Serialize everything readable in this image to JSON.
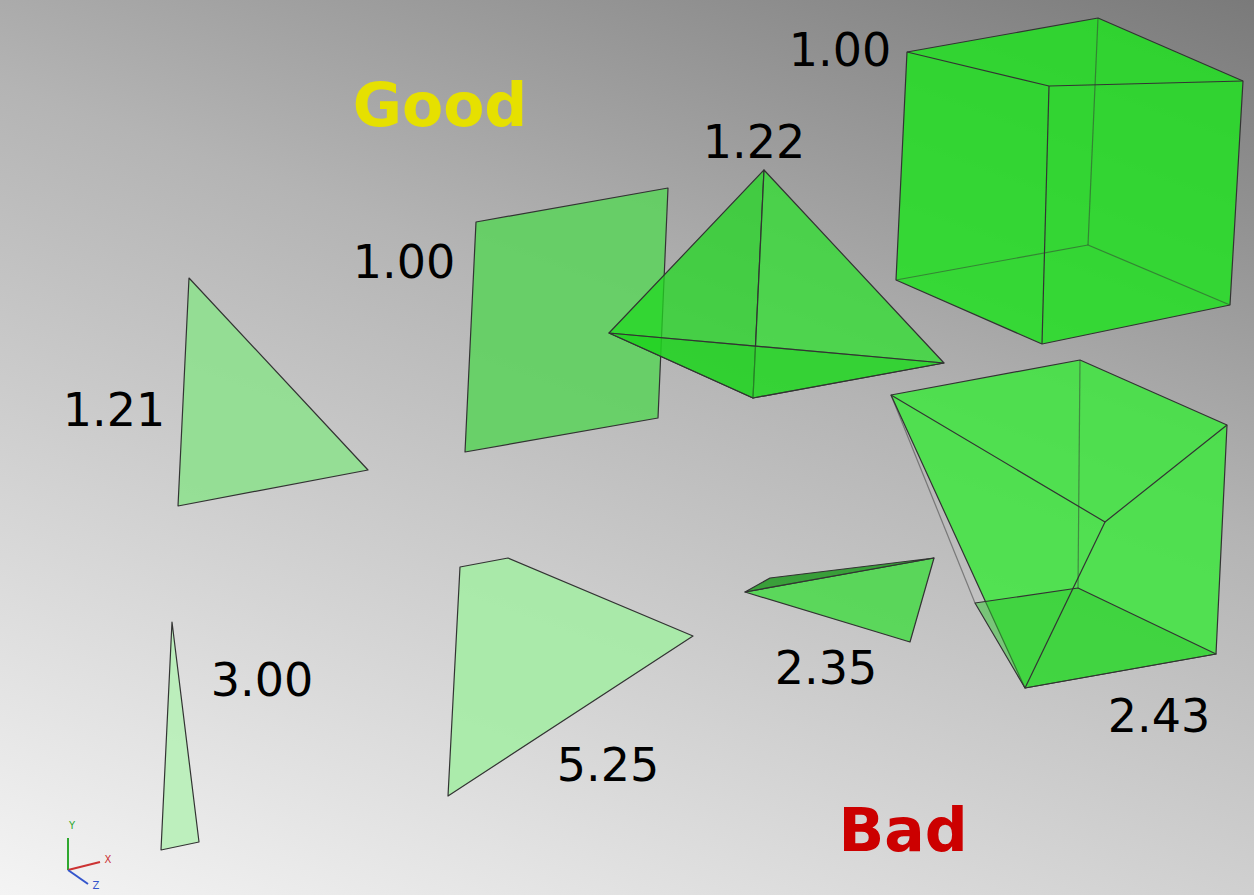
{
  "diagram": {
    "labels": [
      "Good",
      "1.00",
      "1.22",
      "1.00",
      "1.21",
      "3.00",
      "5.25",
      "2.35",
      "2.43",
      "Bad",
      "Y",
      "X",
      "Z"
    ]
  }
}
